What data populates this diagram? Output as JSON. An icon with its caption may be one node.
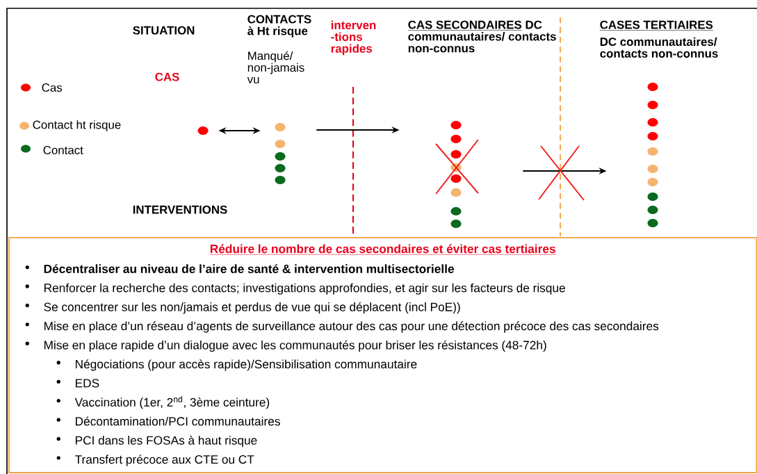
{
  "diagram": {
    "nodes": [
      {
        "text": [],
        "shape": "circle"
      },
      {
        "text": [],
        "shape": "circle"
      },
      {
        "text": [],
        "shape": "circle"
      },
      {
        "text": [],
        "shape": "circle"
      },
      {
        "text": [
          "Réduire le nombre de cas secondaires et éviter cas tertiaires",
          "Décentraliser au niveau de l’aire de santé & intervention multisectorielle",
          "Renforcer la recherche des contacts; investigations approfondies,  et agir sur les facteurs de risque",
          "Se concentrer sur les non/jamais et perdus de vue qui se déplacent (incl PoE))",
          "Mise en place d’un réseau d’agents de surveillance autour des cas pour une détection précoce des cas secondaires",
          "Mise en place rapide d’un dialogue avec les communautés pour briser les résistances (48-72h)",
          "Négociations (pour accès rapide)/Sensibilisation communautaire",
          "EDS",
          "Vaccination (1er, 2$^{nd}$, 3ème ceinture)",
          "Décontamination/PCI communautaires",
          "PCI dans les FOSAs à haut risque",
          "Transfert précoce aux CTE ou CT"
        ]
      }
    ],
    "edges": [
      {
        "from": 0,
        "to": 1,
        "arrow": "both"
      },
      {
        "from": 1,
        "to": 2,
        "arrow": "to"
      },
      {
        "from": 2,
        "to": 3,
        "arrow": "to"
      }
    ],
    "labels": [
      "SITUATION",
      "CAS",
      "CONTACTS à Ht risque",
      "Manqué/ non-jamais vu",
      "interven -tions rapides",
      "CAS SECONDAIRES",
      "DC communautaires/ contacts non-connus",
      "CASES TERTIAIRES",
      "DC communautaires/ contacts non-connus",
      "INTERVENTIONS"
    ],
    "legend": [
      {
        "text": "Cas",
        "color": "#ff0000"
      },
      {
        "text": "Contact ht risque",
        "color": "#f5b36f"
      },
      {
        "text": "Contact",
        "color": "#0b6a1f"
      }
    ]
  }
}
